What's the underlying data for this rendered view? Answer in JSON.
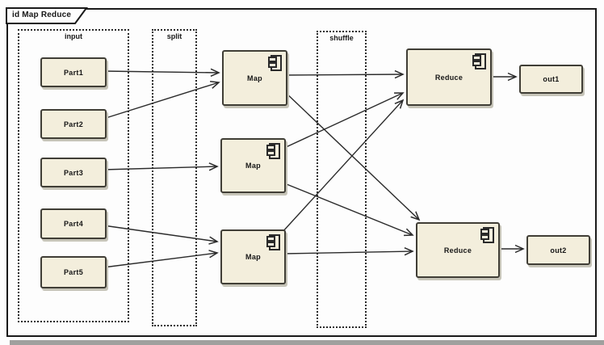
{
  "diagram": {
    "title": "id Map Reduce",
    "colors": {
      "node_fill": "#f3eedc",
      "node_border": "#403e36",
      "edge": "#2b2b2b",
      "frame": "#1a1a1a",
      "background": "#ffffff",
      "shadow": "#a0a09e"
    }
  },
  "regions": {
    "input": {
      "label": "input"
    },
    "split": {
      "label": "split"
    },
    "shuffle": {
      "label": "shuffle"
    }
  },
  "nodes": {
    "parts": [
      {
        "label": "Part1"
      },
      {
        "label": "Part2"
      },
      {
        "label": "Part3"
      },
      {
        "label": "Part4"
      },
      {
        "label": "Part5"
      }
    ],
    "maps": [
      {
        "label": "Map"
      },
      {
        "label": "Map"
      },
      {
        "label": "Map"
      }
    ],
    "reduces": [
      {
        "label": "Reduce"
      },
      {
        "label": "Reduce"
      }
    ],
    "outs": [
      {
        "label": "out1"
      },
      {
        "label": "out2"
      }
    ]
  },
  "edges": [
    {
      "from": "Part1",
      "to": "Map-1"
    },
    {
      "from": "Part2",
      "to": "Map-1"
    },
    {
      "from": "Part3",
      "to": "Map-2"
    },
    {
      "from": "Part4",
      "to": "Map-3"
    },
    {
      "from": "Part5",
      "to": "Map-3"
    },
    {
      "from": "Map-1",
      "to": "Reduce-1"
    },
    {
      "from": "Map-1",
      "to": "Reduce-2"
    },
    {
      "from": "Map-2",
      "to": "Reduce-1"
    },
    {
      "from": "Map-2",
      "to": "Reduce-2"
    },
    {
      "from": "Map-3",
      "to": "Reduce-1"
    },
    {
      "from": "Map-3",
      "to": "Reduce-2"
    },
    {
      "from": "Reduce-1",
      "to": "out1"
    },
    {
      "from": "Reduce-2",
      "to": "out2"
    }
  ]
}
